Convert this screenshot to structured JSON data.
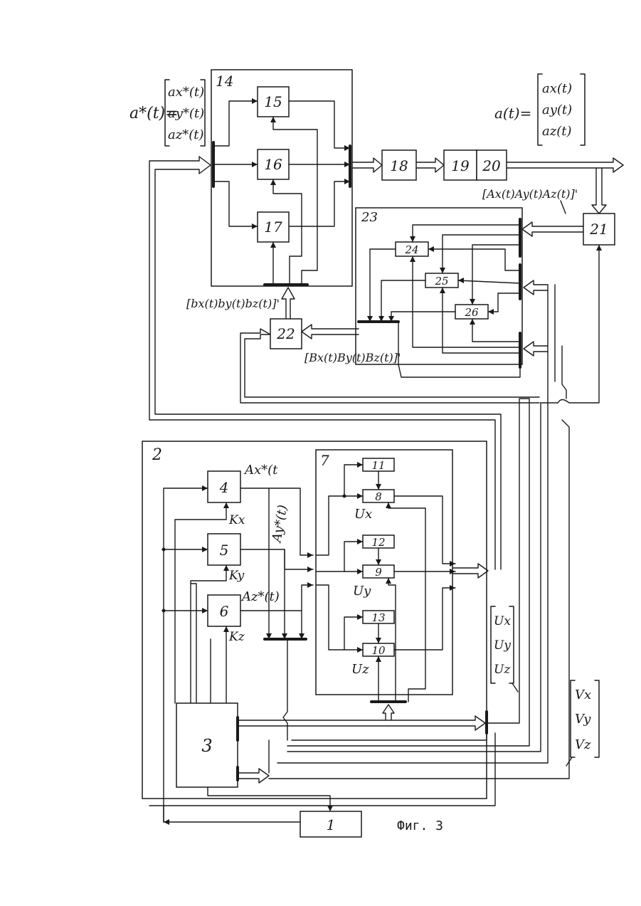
{
  "figure": {
    "caption": "Фиг. 3",
    "blocks": [
      {
        "id": "b1",
        "label": "1"
      },
      {
        "id": "b2",
        "label": "2"
      },
      {
        "id": "b3",
        "label": "3"
      },
      {
        "id": "b4",
        "label": "4"
      },
      {
        "id": "b5",
        "label": "5"
      },
      {
        "id": "b6",
        "label": "6"
      },
      {
        "id": "b7",
        "label": "7"
      },
      {
        "id": "b8",
        "label": "8"
      },
      {
        "id": "b9",
        "label": "9"
      },
      {
        "id": "b10",
        "label": "10"
      },
      {
        "id": "b11",
        "label": "11"
      },
      {
        "id": "b12",
        "label": "12"
      },
      {
        "id": "b13",
        "label": "13"
      },
      {
        "id": "b14",
        "label": "14"
      },
      {
        "id": "b15",
        "label": "15"
      },
      {
        "id": "b16",
        "label": "16"
      },
      {
        "id": "b17",
        "label": "17"
      },
      {
        "id": "b18",
        "label": "18"
      },
      {
        "id": "b19",
        "label": "19"
      },
      {
        "id": "b20",
        "label": "20"
      },
      {
        "id": "b21",
        "label": "21"
      },
      {
        "id": "b22",
        "label": "22"
      },
      {
        "id": "b23",
        "label": "23"
      },
      {
        "id": "b24",
        "label": "24"
      },
      {
        "id": "b25",
        "label": "25"
      },
      {
        "id": "b26",
        "label": "26"
      }
    ],
    "input_vector": {
      "lhs": "a*(t)=",
      "components": [
        "ax*(t)",
        "ay*(t)",
        "az*(t)"
      ]
    },
    "output_vector": {
      "lhs": "a(t)=",
      "components": [
        "ax(t)",
        "ay(t)",
        "az(t)"
      ]
    },
    "labels": {
      "A_row": "[Ax(t)Ay(t)Az(t)]'",
      "B_row": "[Bx(t)By(t)Bz(t)]'",
      "b_row": "[bx(t)by(t)bz(t)]'",
      "Ax_star": "Ax*(t",
      "Ay_star": "Ay*(t)",
      "Az_star": "Az*(t)",
      "Kx": "Kx",
      "Ky": "Ky",
      "Kz": "Kz",
      "Ux": "Ux",
      "Uy": "Uy",
      "Uz": "Uz"
    },
    "U_vector": [
      "Ux",
      "Uy",
      "Uz"
    ],
    "V_vector": [
      "Vx",
      "Vy",
      "Vz"
    ]
  }
}
